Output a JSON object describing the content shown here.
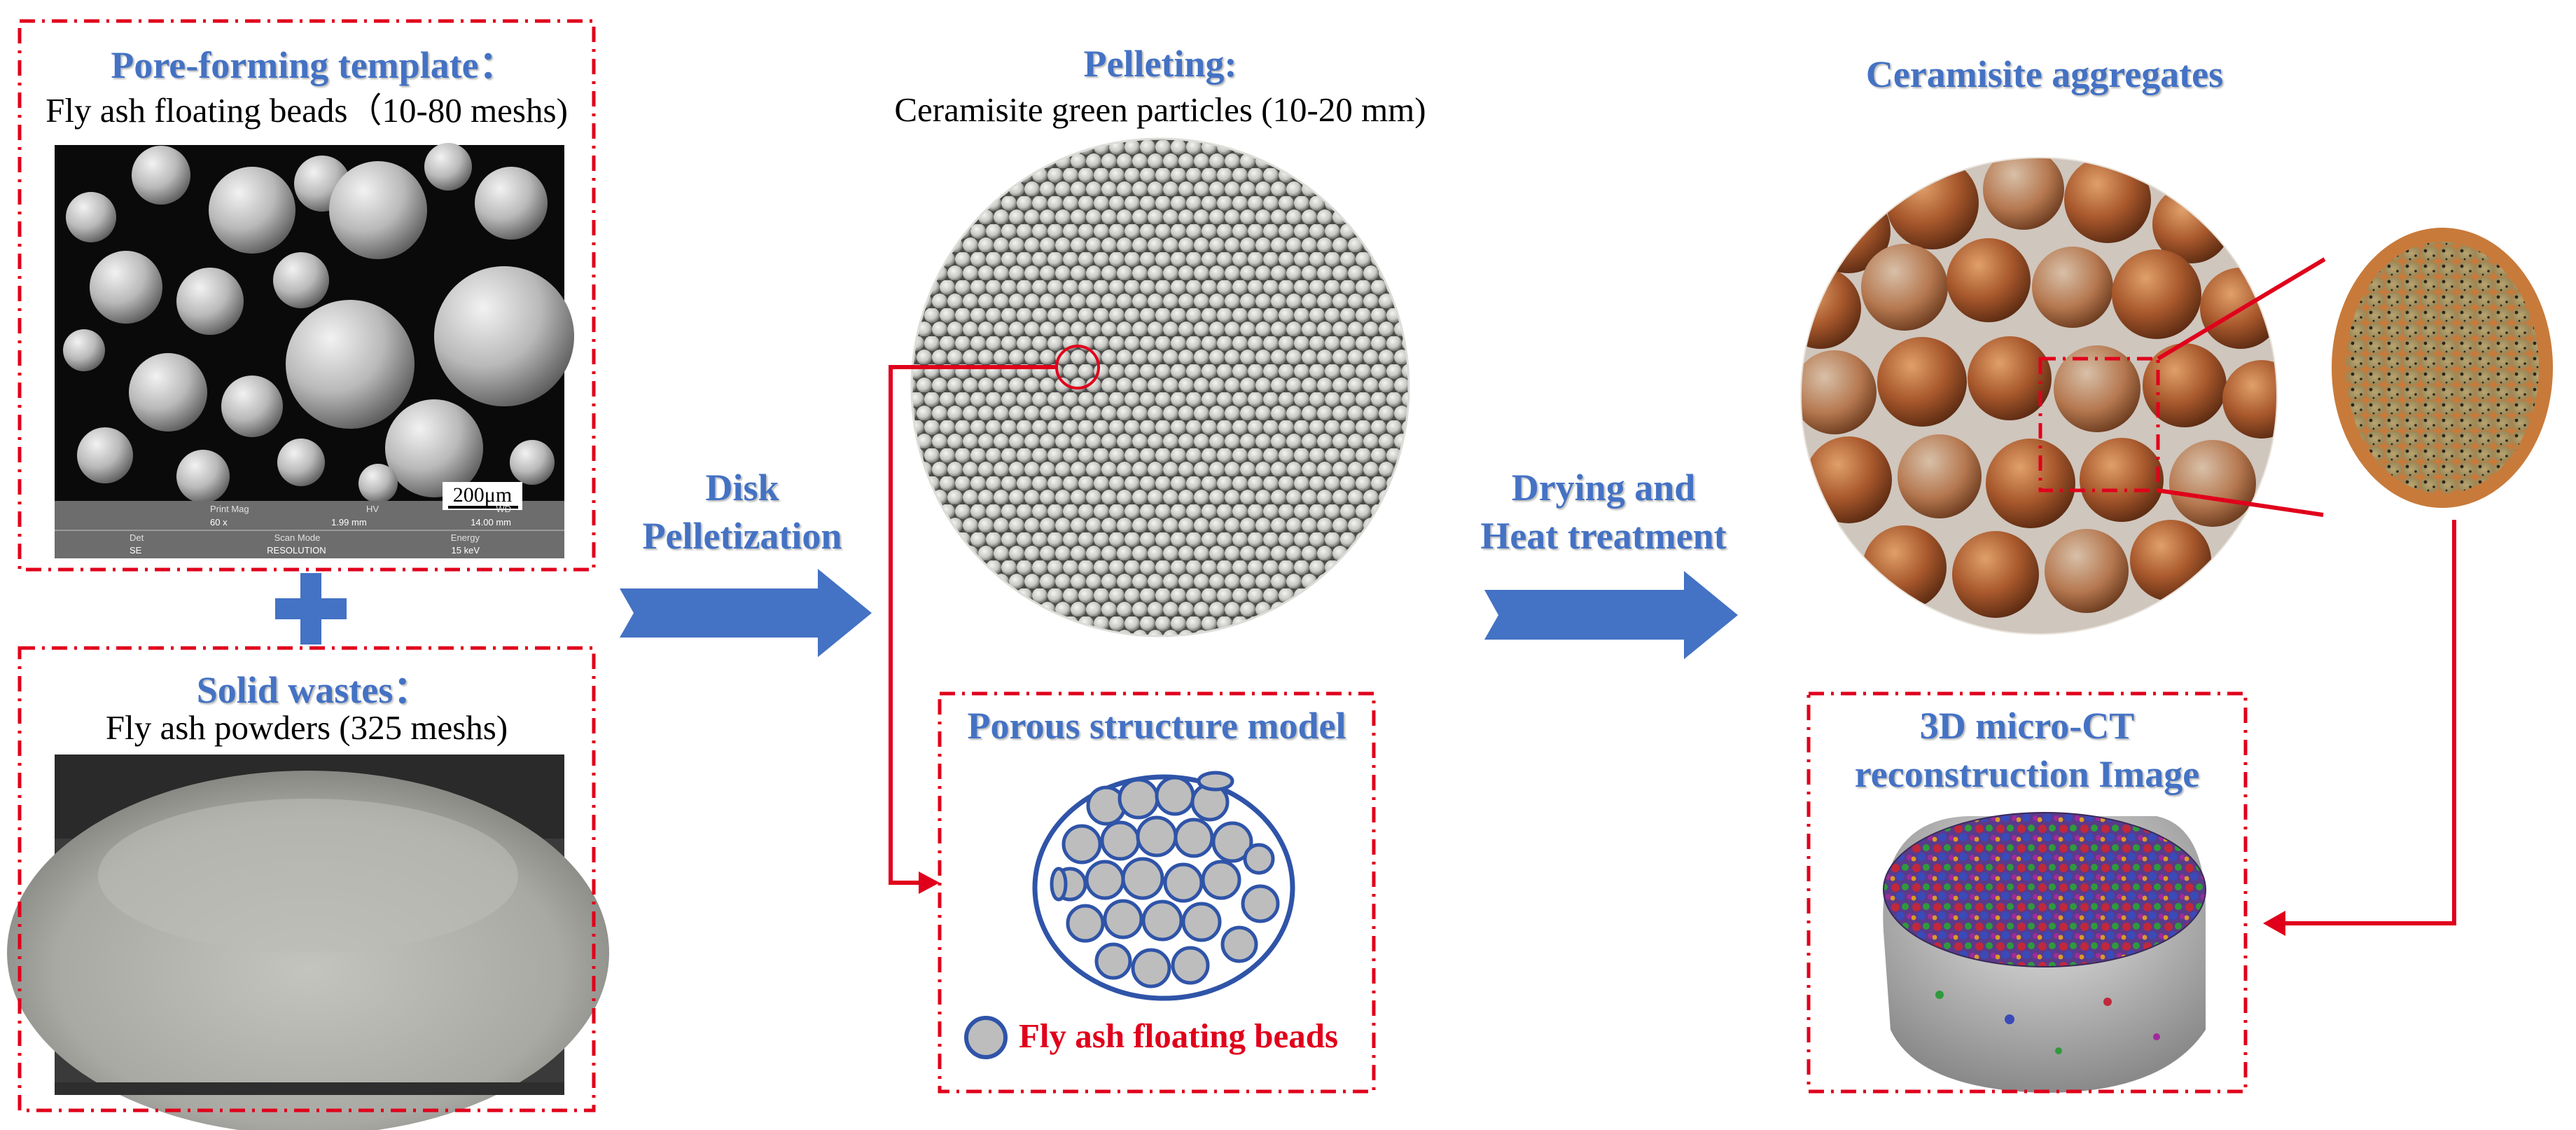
{
  "template_panel": {
    "title": "Pore-forming template：",
    "subtitle": "Fly ash floating beads（10-80 meshs)",
    "sem_image": {
      "scale_bar": "200μm",
      "info_rows": [
        [
          "Print Mag",
          "HV",
          "WD"
        ],
        [
          "60 x",
          "1.99 mm",
          "14.00 mm"
        ],
        [
          "Det",
          "Scan Mode",
          "Energy"
        ],
        [
          "SE",
          "RESOLUTION",
          "15 keV"
        ]
      ]
    }
  },
  "plus_symbol": "+",
  "waste_panel": {
    "title": "Solid wastes：",
    "subtitle": "Fly ash powders (325 meshs)"
  },
  "step1": {
    "line1": "Disk",
    "line2": "Pelletization"
  },
  "pelleting": {
    "title": "Pelleting:",
    "subtitle": "Ceramisite green particles (10-20 mm)"
  },
  "porous_model": {
    "title": "Porous structure model",
    "legend_label": "Fly ash floating beads"
  },
  "step2": {
    "line1": "Drying and",
    "line2": "Heat treatment"
  },
  "aggregates": {
    "title": "Ceramisite aggregates"
  },
  "microct": {
    "line1": "3D micro-CT",
    "line2": "reconstruction Image"
  },
  "colors": {
    "title_blue": "#4472C4",
    "dash_red": "#E0001B",
    "arrow_blue": "#4472C4",
    "legend_red": "#E0001B"
  }
}
